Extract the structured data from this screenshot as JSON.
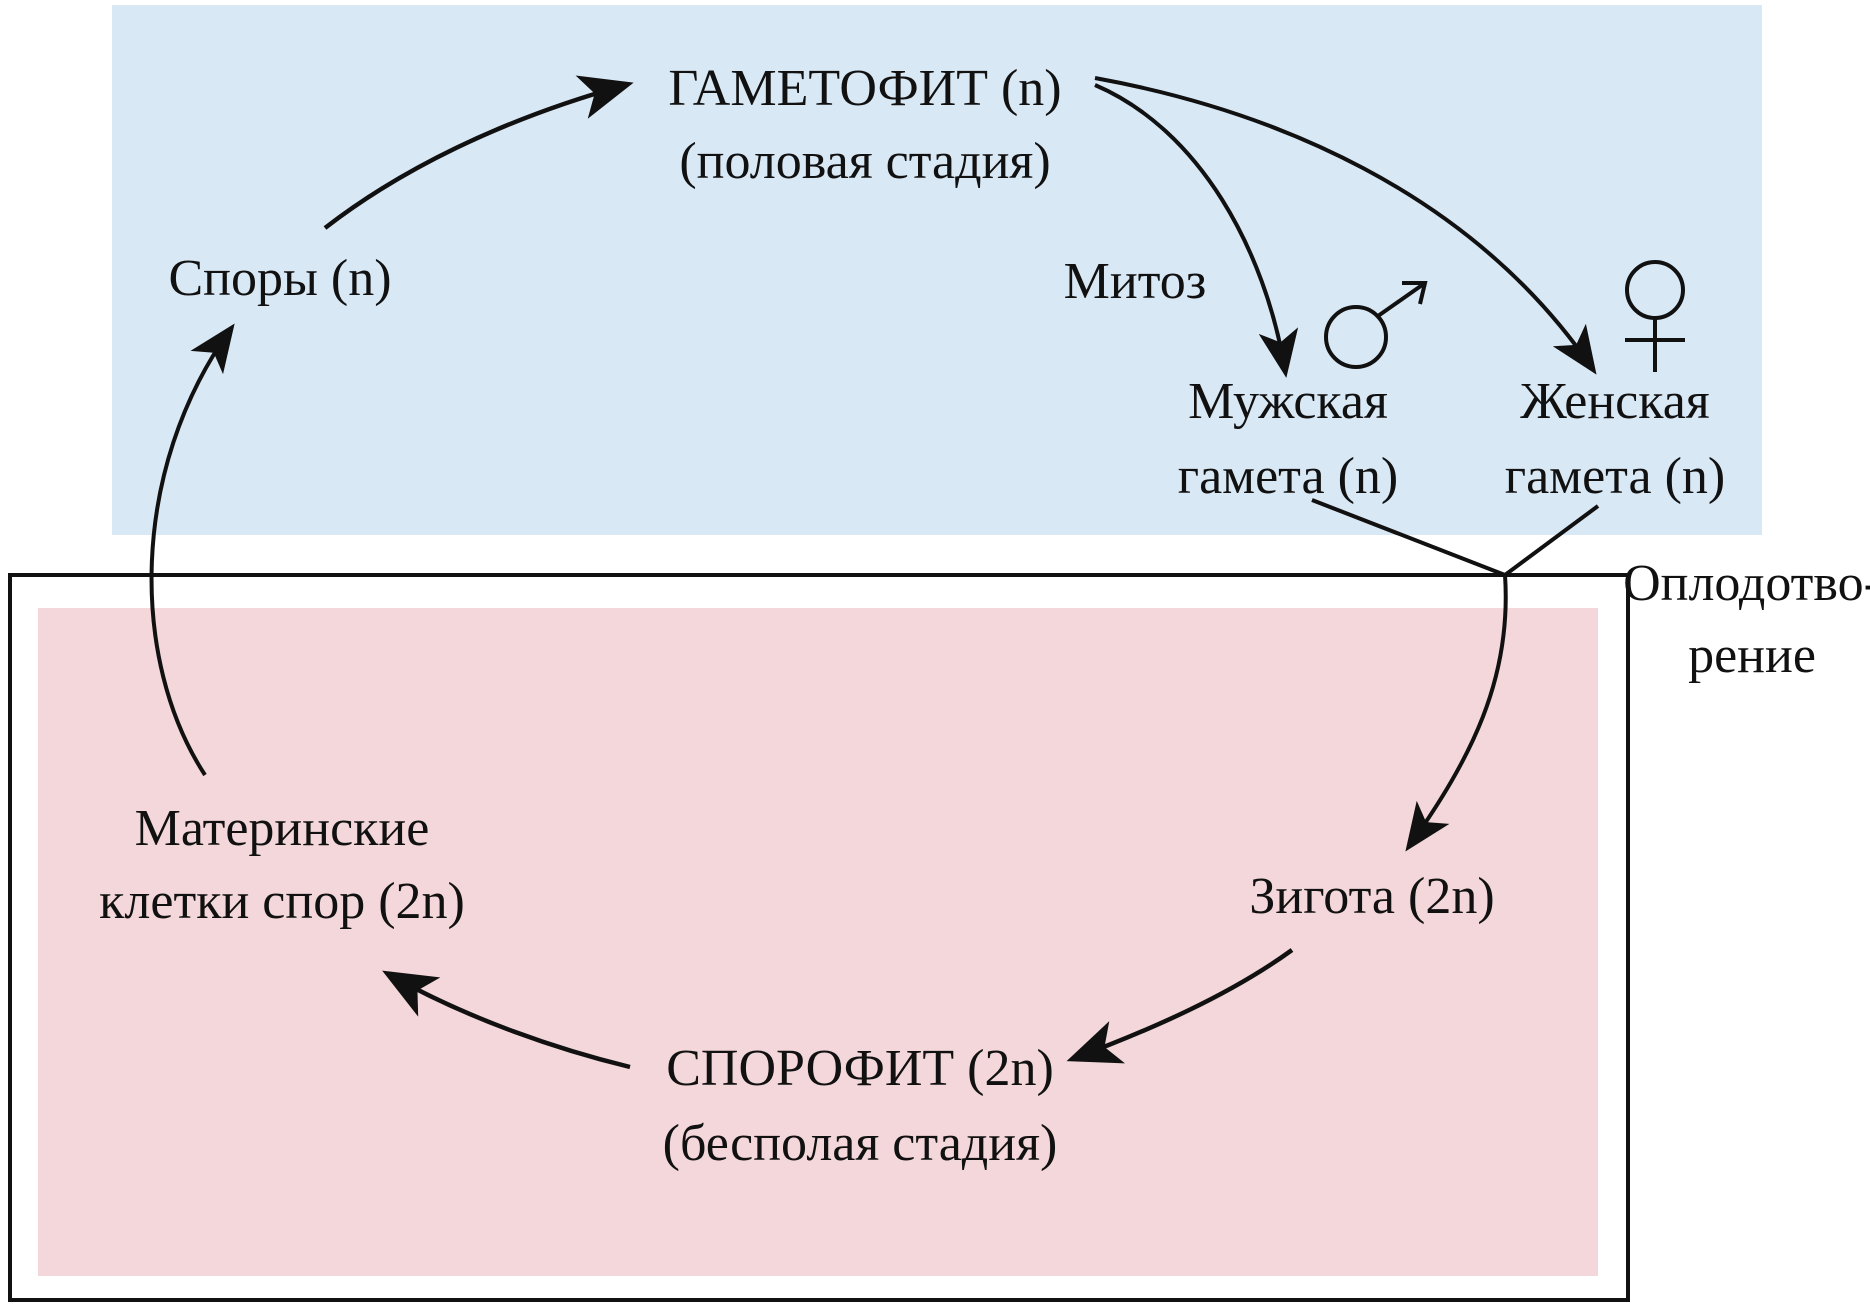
{
  "colors": {
    "gametophyte_zone": "#d9e8f5",
    "sporophyte_zone": "#f3d7da",
    "ink": "#111111"
  },
  "gametophyte": {
    "title": "ГАМЕТОФИТ (n)",
    "subtitle": "(половая стадия)"
  },
  "spores": {
    "label": "Споры (n)"
  },
  "mitosis": {
    "label": "Митоз"
  },
  "male_gamete": {
    "line1": "Мужская",
    "line2": "гамета (n)",
    "symbol": "male-symbol-icon"
  },
  "female_gamete": {
    "line1": "Женская",
    "line2": "гамета (n)",
    "symbol": "female-symbol-icon"
  },
  "fertilization": {
    "line1": "Оплодотво-",
    "line2": "рение"
  },
  "zygote": {
    "label": "Зигота (2n)"
  },
  "sporophyte": {
    "title": "СПОРОФИТ (2n)",
    "subtitle": "(бесполая стадия)"
  },
  "spore_mother_cells": {
    "line1": "Материнские",
    "line2": "клетки спор (2n)"
  }
}
